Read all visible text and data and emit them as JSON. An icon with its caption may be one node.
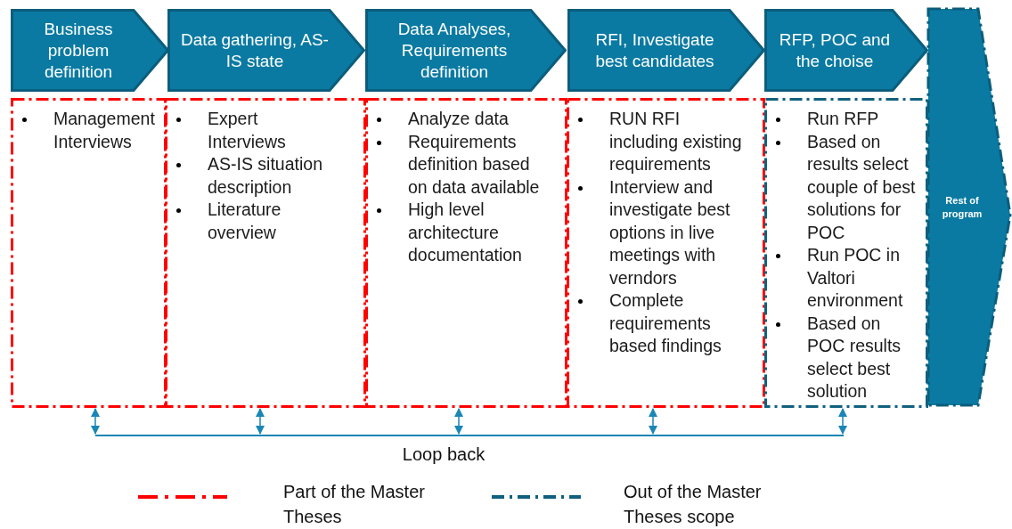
{
  "diagram": {
    "nodes": [
      {
        "text": [
          "Business problem definition"
        ]
      },
      {
        "text": [
          "Data gathering, AS-IS state"
        ]
      },
      {
        "text": [
          "Data Analyses, Requirements definition"
        ]
      },
      {
        "text": [
          "RFI, Investigate best candidates"
        ]
      },
      {
        "text": [
          "RFP, POC and the choise"
        ]
      },
      {
        "text": [
          "Rest of program"
        ]
      },
      {
        "text": [
          "Management Interviews"
        ]
      },
      {
        "text": [
          "Expert Interviews",
          "AS-IS situation description",
          "Literature overview"
        ]
      },
      {
        "text": [
          "Analyze data",
          "Requirements definition based on data available",
          "High level architecture documentation"
        ]
      },
      {
        "text": [
          "RUN RFI including existing requirements",
          "Interview and investigate best options in live meetings with verndors",
          "Complete requirements based findings"
        ]
      },
      {
        "text": [
          "Run RFP",
          "Based on results select couple of best solutions for POC",
          "Run POC in Valtori environment",
          "Based on POC results select best solution"
        ]
      },
      {
        "text": [],
        "shape": "bar",
        "beside": [
          "Loop back"
        ]
      }
    ],
    "edges": [
      {
        "from": 6,
        "to": 11,
        "arrow": "both"
      },
      {
        "from": 7,
        "to": 11,
        "arrow": "both"
      },
      {
        "from": 8,
        "to": 11,
        "arrow": "both"
      },
      {
        "from": 9,
        "to": 11,
        "arrow": "both"
      },
      {
        "from": 10,
        "to": 11,
        "arrow": "both"
      }
    ],
    "legend": [
      {
        "text": "Part of the Master Theses"
      },
      {
        "text": "Out of the Master Theses scope"
      }
    ]
  }
}
